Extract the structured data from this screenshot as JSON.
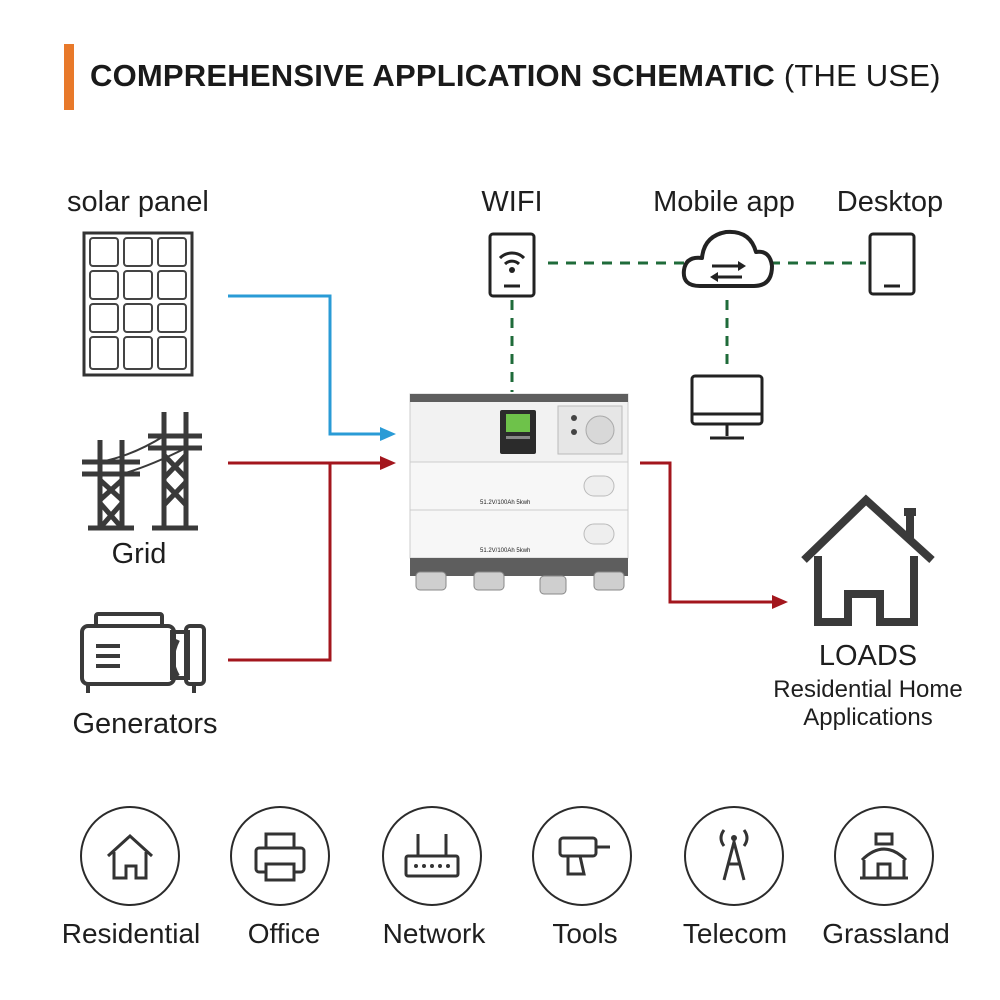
{
  "header": {
    "title_bold": "COMPREHENSIVE APPLICATION SCHEMATIC",
    "title_light": "(THE USE)",
    "accent_color": "#e8792a"
  },
  "sources": {
    "solar": "solar panel",
    "grid": "Grid",
    "generators": "Generators"
  },
  "monitoring": {
    "wifi": "WIFI",
    "mobile_app": "Mobile app",
    "desktop": "Desktop"
  },
  "battery": {
    "module_label_1": "51.2V/100Ah 5kwh",
    "module_label_2": "51.2V/100Ah 5kwh"
  },
  "loads": {
    "title": "LOADS",
    "line1": "Residential Home",
    "line2": "Applications"
  },
  "applications": [
    {
      "label": "Residential",
      "icon": "house-icon"
    },
    {
      "label": "Office",
      "icon": "printer-icon"
    },
    {
      "label": "Network",
      "icon": "router-icon"
    },
    {
      "label": "Tools",
      "icon": "drill-icon"
    },
    {
      "label": "Telecom",
      "icon": "antenna-tower-icon"
    },
    {
      "label": "Grassland",
      "icon": "yurt-icon"
    }
  ],
  "colors": {
    "solar_line": "#2a9bd6",
    "ac_line": "#a3161d",
    "data_line": "#1f6b3a"
  }
}
